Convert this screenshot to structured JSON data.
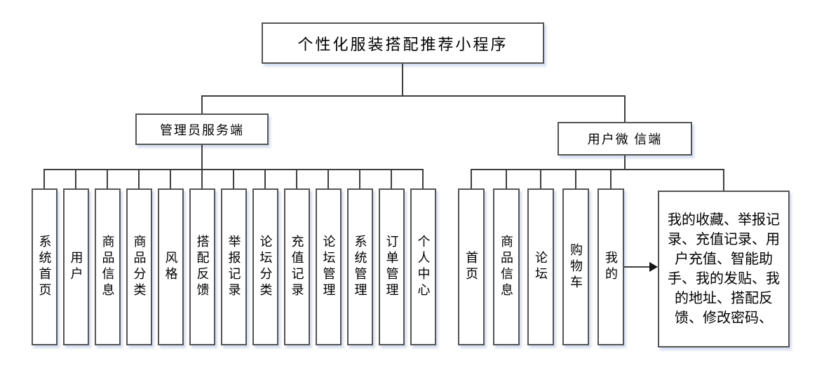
{
  "diagram": {
    "title": "个性化服装搭配推荐小程序",
    "admin": {
      "label": "管理员服务端",
      "children": [
        "系统首页",
        "用户",
        "商品信息",
        "商品分类",
        "风格",
        "搭配反馈",
        "举报记录",
        "论坛分类",
        "充值记录",
        "论坛管理",
        "系统管理",
        "订单管理",
        "个人中心"
      ]
    },
    "user": {
      "label": "用户微 信端",
      "children": [
        "首页",
        "商品信息",
        "论坛",
        "购物车",
        "我的"
      ],
      "my_detail": "我的收藏、举报记录、充值记录、用户充值、智能助手、我的发贴、我的地址、搭配反馈、修改密码、"
    },
    "colors": {
      "line": "#3e3e3e",
      "box_border": "#545454",
      "background": "#ffffff",
      "text": "#000000"
    }
  }
}
